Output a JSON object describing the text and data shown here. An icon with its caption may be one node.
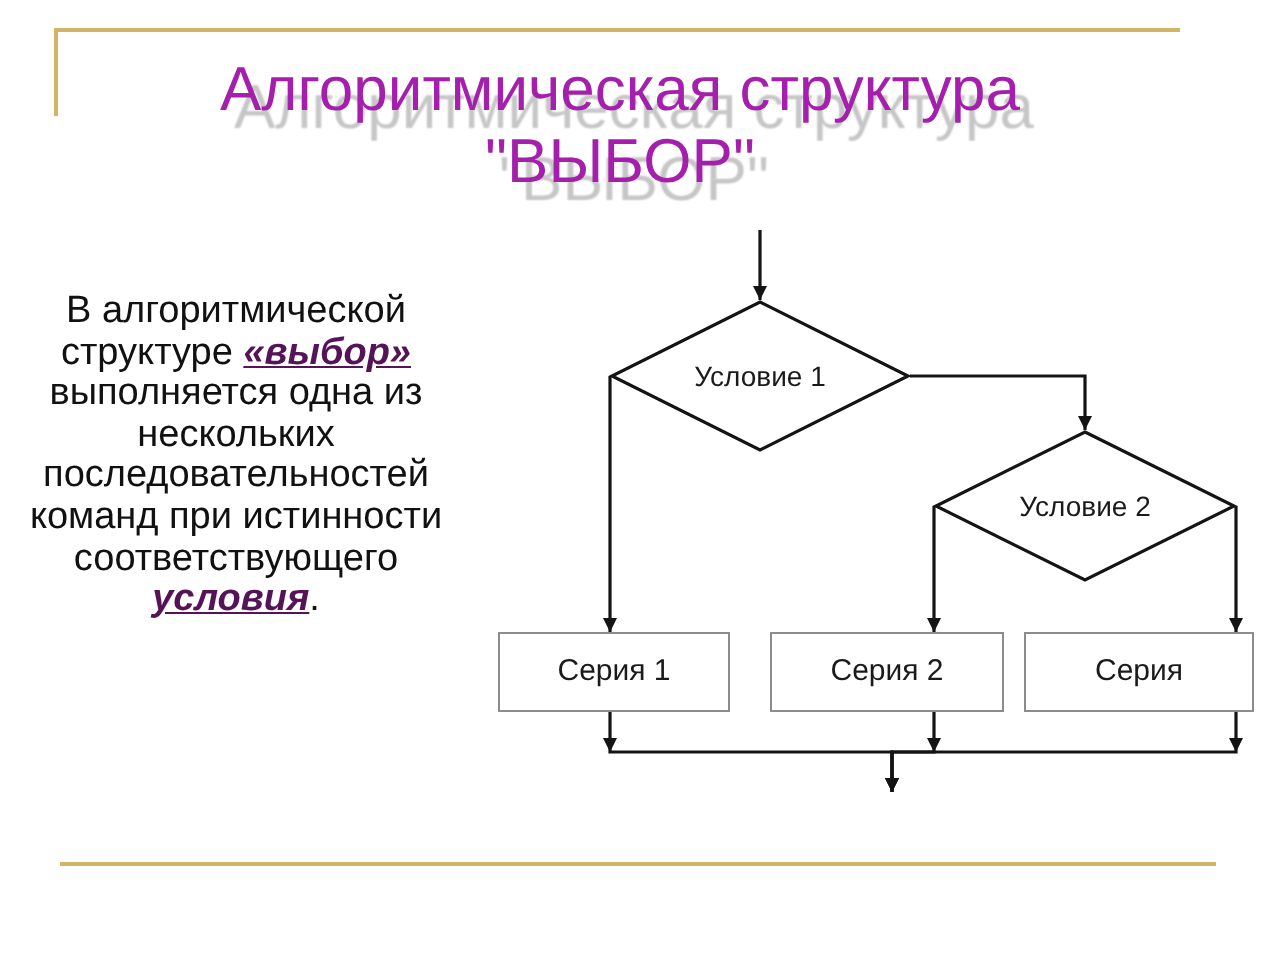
{
  "diagram": {
    "title": "Алгоритмическая структура \"ВЫБОР\"",
    "nodes": [
      {
        "text": [
          "Условие 1"
        ]
      },
      {
        "text": [
          "Условие 2"
        ]
      },
      {
        "text": [
          "Серия 1"
        ]
      },
      {
        "text": [
          "Серия 2"
        ]
      },
      {
        "text": [
          "Серия"
        ]
      }
    ],
    "edges": [
      {
        "from": null,
        "to": 0,
        "arrow": "to"
      },
      {
        "from": 0,
        "to": 2,
        "arrow": "to"
      },
      {
        "from": 0,
        "to": 1,
        "arrow": "to"
      },
      {
        "from": 1,
        "to": 3,
        "arrow": "to"
      },
      {
        "from": 1,
        "to": 4,
        "arrow": "to"
      },
      {
        "from": 2,
        "to": null,
        "arrow": "to"
      },
      {
        "from": 3,
        "to": null,
        "arrow": "to"
      },
      {
        "from": 4,
        "to": null,
        "arrow": "to"
      }
    ],
    "labels": [
      "В алгоритмической структуре **«выбор»** выполняется одна из нескольких последовательностей команд при истинности соответствующего **условия**."
    ]
  }
}
